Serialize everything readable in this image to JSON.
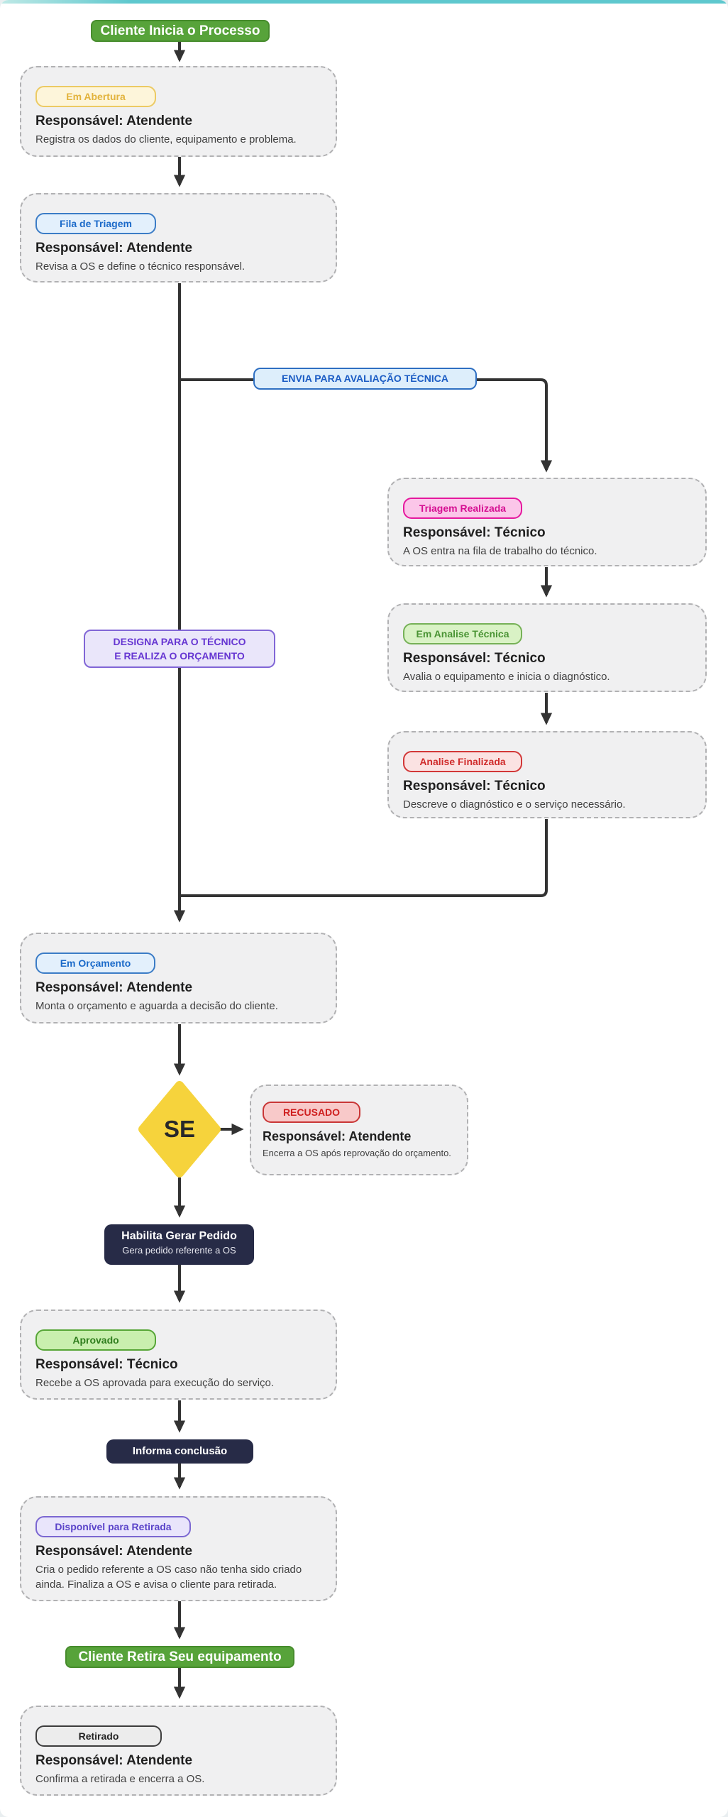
{
  "page": {
    "top_bar_color": "#5ec8ce",
    "background_color": "#ffffff",
    "wire_color": "#333333"
  },
  "flow": {
    "start": {
      "label": "Cliente Inicia o Processo",
      "color": "#57a33a"
    },
    "em_abertura": {
      "badge": "Em Abertura",
      "badge_colors": {
        "bg": "#fdf5da",
        "border": "#ecca63",
        "text": "#e2b33c"
      },
      "title": "Responsável: Atendente",
      "desc": "Registra os dados do cliente, equipamento e problema."
    },
    "fila_triagem": {
      "badge": "Fila de Triagem",
      "badge_colors": {
        "bg": "#e3f0fc",
        "border": "#3b7cc6",
        "text": "#1b6ac9"
      },
      "title": "Responsável: Atendente",
      "desc": "Revisa a OS e define o técnico responsável."
    },
    "envia_label": {
      "text": "ENVIA PARA AVALIAÇÃO TÉCNICA",
      "colors": {
        "bg": "#ddeefb",
        "border": "#2e6fc2",
        "text": "#1b5cc4"
      }
    },
    "triagem_realizada": {
      "badge": "Triagem Realizada",
      "badge_colors": {
        "bg": "#fbc6e9",
        "border": "#e5189e",
        "text": "#d60f92"
      },
      "title": "Responsável: Técnico",
      "desc": "A OS entra na fila de trabalho do técnico."
    },
    "designa_label": {
      "line1": "DESIGNA PARA O TÉCNICO",
      "line2": "E REALIZA O ORÇAMENTO",
      "colors": {
        "bg": "#eae6fa",
        "border": "#8166d6",
        "text": "#6636d2"
      }
    },
    "em_analise_tecnica": {
      "badge": "Em Analise Técnica",
      "badge_colors": {
        "bg": "#d9f2c5",
        "border": "#76b157",
        "text": "#4a9434"
      },
      "title": "Responsável: Técnico",
      "desc": "Avalia o equipamento e inicia o diagnóstico."
    },
    "analise_finalizada": {
      "badge": "Analise Finalizada",
      "badge_colors": {
        "bg": "#fbe2e2",
        "border": "#d23737",
        "text": "#d02c2c"
      },
      "title": "Responsável: Técnico",
      "desc": "Descreve o diagnóstico e o serviço necessário."
    },
    "em_orcamento": {
      "badge": "Em Orçamento",
      "badge_colors": {
        "bg": "#e3f0fc",
        "border": "#3b7cc6",
        "text": "#1b6ac9"
      },
      "title": "Responsável: Atendente",
      "desc": "Monta o orçamento e aguarda a decisão do cliente."
    },
    "decision": {
      "label": "SE",
      "color": "#f6d33c"
    },
    "recusado": {
      "badge": "RECUSADO",
      "badge_colors": {
        "bg": "#f8c9c9",
        "border": "#c93636",
        "text": "#cf1f1f"
      },
      "title": "Responsável: Atendente",
      "desc": "Encerra a OS após reprovação do orçamento."
    },
    "habilita_gerar_pedido": {
      "title": "Habilita Gerar Pedido",
      "subtitle": "Gera pedido referente a OS",
      "color": "#272b47"
    },
    "aprovado": {
      "badge": "Aprovado",
      "badge_colors": {
        "bg": "#c9efae",
        "border": "#57a637",
        "text": "#2f7d1d"
      },
      "title": "Responsável: Técnico",
      "desc": "Recebe a OS aprovada para execução do serviço."
    },
    "informa_conclusao": {
      "label": "Informa conclusão",
      "color": "#272b47"
    },
    "disponivel_retirada": {
      "badge": "Disponível para Retirada",
      "badge_colors": {
        "bg": "#e9e5fb",
        "border": "#7b67d1",
        "text": "#5a43c9"
      },
      "title": "Responsável: Atendente",
      "desc": "Cria o pedido referente a OS caso não tenha sido criado ainda. Finaliza a OS e avisa o cliente para retirada."
    },
    "cliente_retira": {
      "label": "Cliente Retira Seu equipamento",
      "color": "#57a33a"
    },
    "retirado": {
      "badge": "Retirado",
      "badge_colors": {
        "bg": "#ececec",
        "border": "#3d3d3d",
        "text": "#232323"
      },
      "title": "Responsável: Atendente",
      "desc": "Confirma a retirada e encerra a OS."
    }
  }
}
